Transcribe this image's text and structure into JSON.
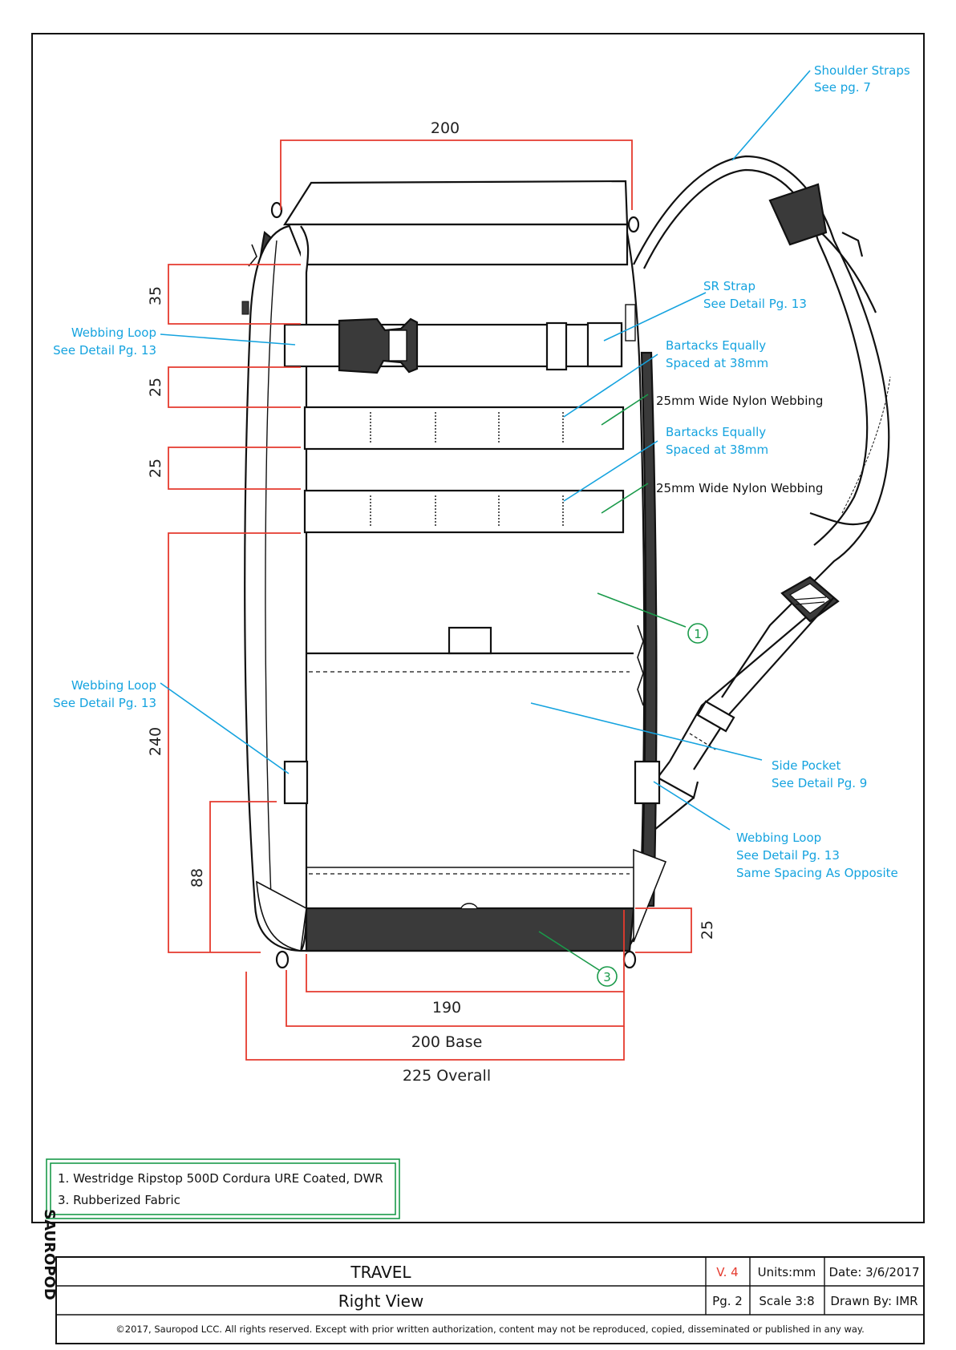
{
  "colors": {
    "dimension_line": "#e53a2e",
    "callout": "#15a3df",
    "material_marker": "#1a9a4a",
    "outline": "#111111",
    "fill_dark": "#3a3a3a",
    "version": "#e53a2e"
  },
  "dimensions": {
    "top_width": "200",
    "d35": "35",
    "d25a": "25",
    "d25b": "25",
    "d240": "240",
    "d88": "88",
    "d25_base": "25",
    "d190": "190",
    "base_200": "200 Base",
    "overall_225": "225 Overall"
  },
  "callouts": {
    "shoulder_straps": [
      "Shoulder Straps",
      "See pg. 7"
    ],
    "sr_strap": [
      "SR Strap",
      "See Detail Pg. 13"
    ],
    "webbing_loop_top": [
      "Webbing Loop",
      "See Detail Pg. 13"
    ],
    "bartacks_1": [
      "Bartacks Equally",
      "Spaced at 38mm"
    ],
    "nylon_1": "25mm Wide Nylon Webbing",
    "bartacks_2": [
      "Bartacks Equally",
      "Spaced at 38mm"
    ],
    "nylon_2": "25mm Wide Nylon Webbing",
    "webbing_loop_left": [
      "Webbing Loop",
      "See Detail Pg. 13"
    ],
    "side_pocket": [
      "Side Pocket",
      "See Detail Pg. 9"
    ],
    "webbing_loop_right": [
      "Webbing Loop",
      "See Detail Pg. 13",
      "Same Spacing As Opposite"
    ]
  },
  "materials": {
    "marker_1": "1",
    "marker_3": "3",
    "legend": [
      "1. Westridge Ripstop 500D Cordura URE Coated, DWR",
      "3. Rubberized Fabric"
    ]
  },
  "title_block": {
    "brand": "SAUROPOD",
    "project": "TRAVEL",
    "view": "Right View",
    "version": "V. 4",
    "page": "Pg. 2",
    "units": "Units:mm",
    "scale": "Scale 3:8",
    "date": "Date: 3/6/2017",
    "drawn_by": "Drawn By: IMR",
    "copyright": "©2017, Sauropod LCC. All rights reserved. Except with prior written authorization, content may not be reproduced, copied, disseminated or published in any way."
  }
}
